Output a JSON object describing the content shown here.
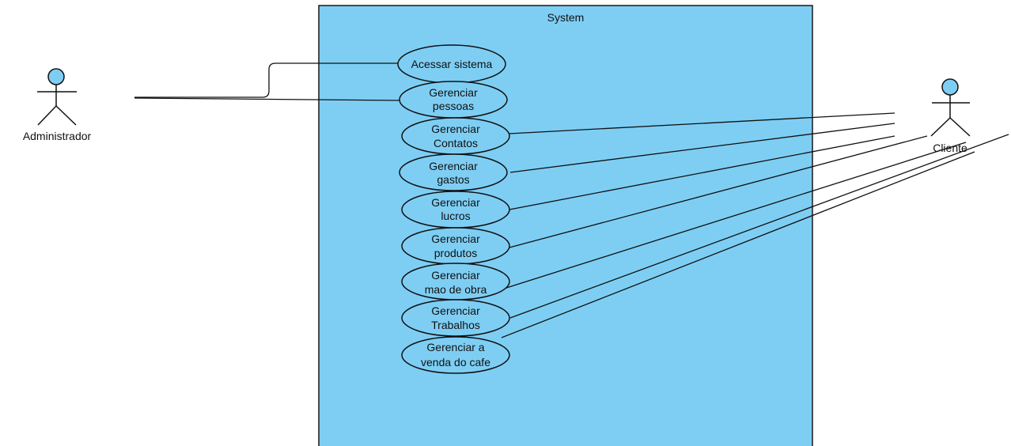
{
  "colors": {
    "system_fill": "#7ecef4",
    "line": "#111111"
  },
  "system": {
    "title": "System"
  },
  "actors": {
    "admin": {
      "name": "Administrador",
      "icon": "stick-figure-actor-icon"
    },
    "client": {
      "name": "Cliente",
      "icon": "stick-figure-actor-icon"
    }
  },
  "use_cases": [
    {
      "id": "acessar-sistema",
      "lines": [
        "Acessar sistema"
      ]
    },
    {
      "id": "gerenciar-pessoas",
      "lines": [
        "Gerenciar",
        "pessoas"
      ]
    },
    {
      "id": "gerenciar-contatos",
      "lines": [
        "Gerenciar",
        "Contatos"
      ]
    },
    {
      "id": "gerenciar-gastos",
      "lines": [
        "Gerenciar",
        "gastos"
      ]
    },
    {
      "id": "gerenciar-lucros",
      "lines": [
        "Gerenciar",
        "lucros"
      ]
    },
    {
      "id": "gerenciar-produtos",
      "lines": [
        "Gerenciar",
        "produtos"
      ]
    },
    {
      "id": "gerenciar-mao-de-obra",
      "lines": [
        "Gerenciar",
        "mao de obra"
      ]
    },
    {
      "id": "gerenciar-trabalhos",
      "lines": [
        "Gerenciar",
        "Trabalhos"
      ]
    },
    {
      "id": "gerenciar-venda-do-cafe",
      "lines": [
        "Gerenciar a",
        "venda do cafe"
      ]
    }
  ],
  "associations": [
    {
      "from": "admin",
      "to": "acessar-sistema"
    },
    {
      "from": "admin",
      "to": "gerenciar-pessoas"
    },
    {
      "from": "client",
      "to": "gerenciar-contatos"
    },
    {
      "from": "client",
      "to": "gerenciar-gastos"
    },
    {
      "from": "client",
      "to": "gerenciar-lucros"
    },
    {
      "from": "client",
      "to": "gerenciar-produtos"
    },
    {
      "from": "client",
      "to": "gerenciar-mao-de-obra"
    },
    {
      "from": "client",
      "to": "gerenciar-trabalhos"
    },
    {
      "from": "client",
      "to": "gerenciar-venda-do-cafe"
    }
  ]
}
